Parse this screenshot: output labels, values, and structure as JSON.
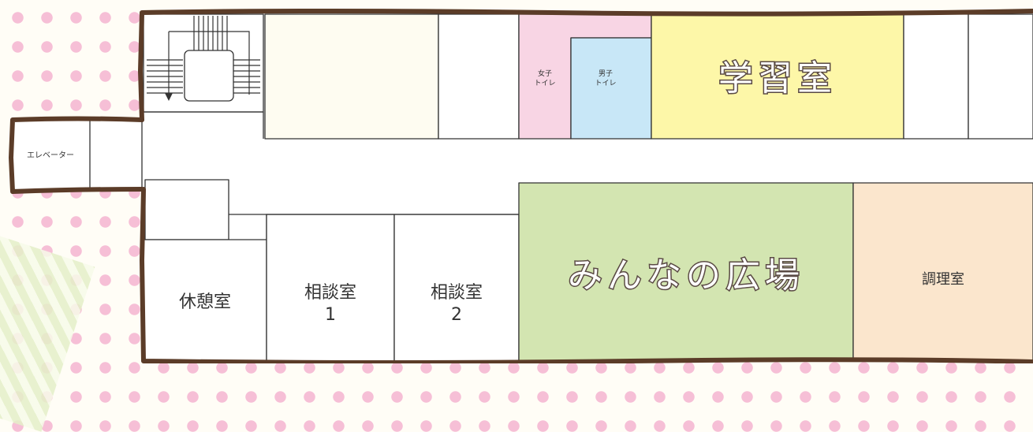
{
  "rooms": {
    "study": "学習室",
    "plaza": "みんなの広場",
    "cooking": "調理室",
    "lounge": "休憩室",
    "consult1_line1": "相談室",
    "consult1_line2": "1",
    "consult2_line1": "相談室",
    "consult2_line2": "2",
    "elevator": "エレベーター",
    "women_toilet_line1": "女子",
    "women_toilet_line2": "トイレ",
    "men_toilet_line1": "男子",
    "men_toilet_line2": "トイレ"
  },
  "colors": {
    "background": "#fffdf6",
    "polka_dot": "#f6bfd6",
    "outer_wall": "#5b3c28",
    "study_room": "#fdf7a8",
    "plaza": "#d3e5b1",
    "cooking_room": "#fbe6cd",
    "women_toilet": "#f8d5e4",
    "men_toilet": "#c8e7f7",
    "room_default": "#ffffff",
    "room_cream": "#fefcf1"
  }
}
